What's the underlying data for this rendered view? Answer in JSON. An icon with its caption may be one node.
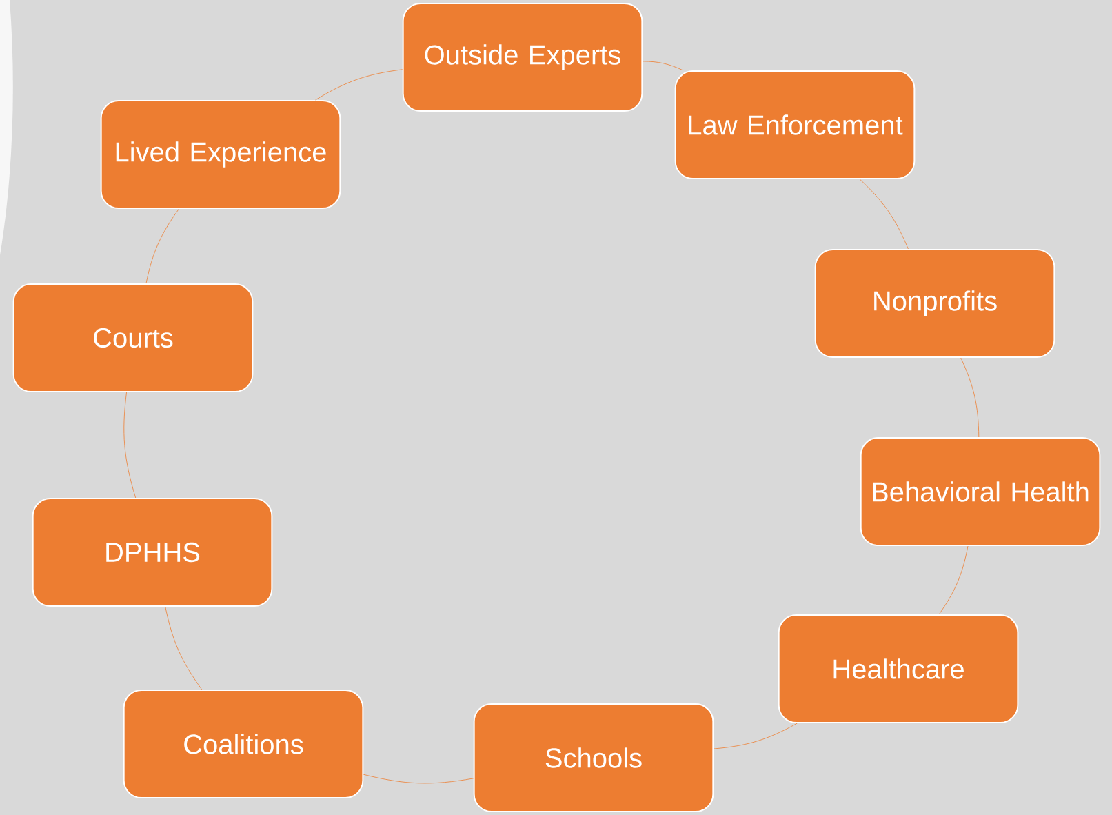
{
  "diagram": {
    "nodes": [
      {
        "text": [
          "Outside Experts"
        ]
      },
      {
        "text": [
          "Law Enforcement"
        ]
      },
      {
        "text": [
          "Nonprofits"
        ]
      },
      {
        "text": [
          "Behavioral Health"
        ]
      },
      {
        "text": [
          "Healthcare"
        ]
      },
      {
        "text": [
          "Schools"
        ]
      },
      {
        "text": [
          "Coalitions"
        ]
      },
      {
        "text": [
          "DPHHS"
        ]
      },
      {
        "text": [
          "Courts"
        ]
      },
      {
        "text": [
          "Lived Experience"
        ]
      }
    ],
    "edges": [
      {
        "from": 0,
        "to": 1,
        "arrow": "none"
      },
      {
        "from": 1,
        "to": 2,
        "arrow": "none"
      },
      {
        "from": 2,
        "to": 3,
        "arrow": "none"
      },
      {
        "from": 3,
        "to": 4,
        "arrow": "none"
      },
      {
        "from": 4,
        "to": 5,
        "arrow": "none"
      },
      {
        "from": 5,
        "to": 6,
        "arrow": "none"
      },
      {
        "from": 6,
        "to": 7,
        "arrow": "none"
      },
      {
        "from": 7,
        "to": 8,
        "arrow": "none"
      },
      {
        "from": 8,
        "to": 9,
        "arrow": "none"
      },
      {
        "from": 9,
        "to": 0,
        "arrow": "none"
      }
    ]
  }
}
